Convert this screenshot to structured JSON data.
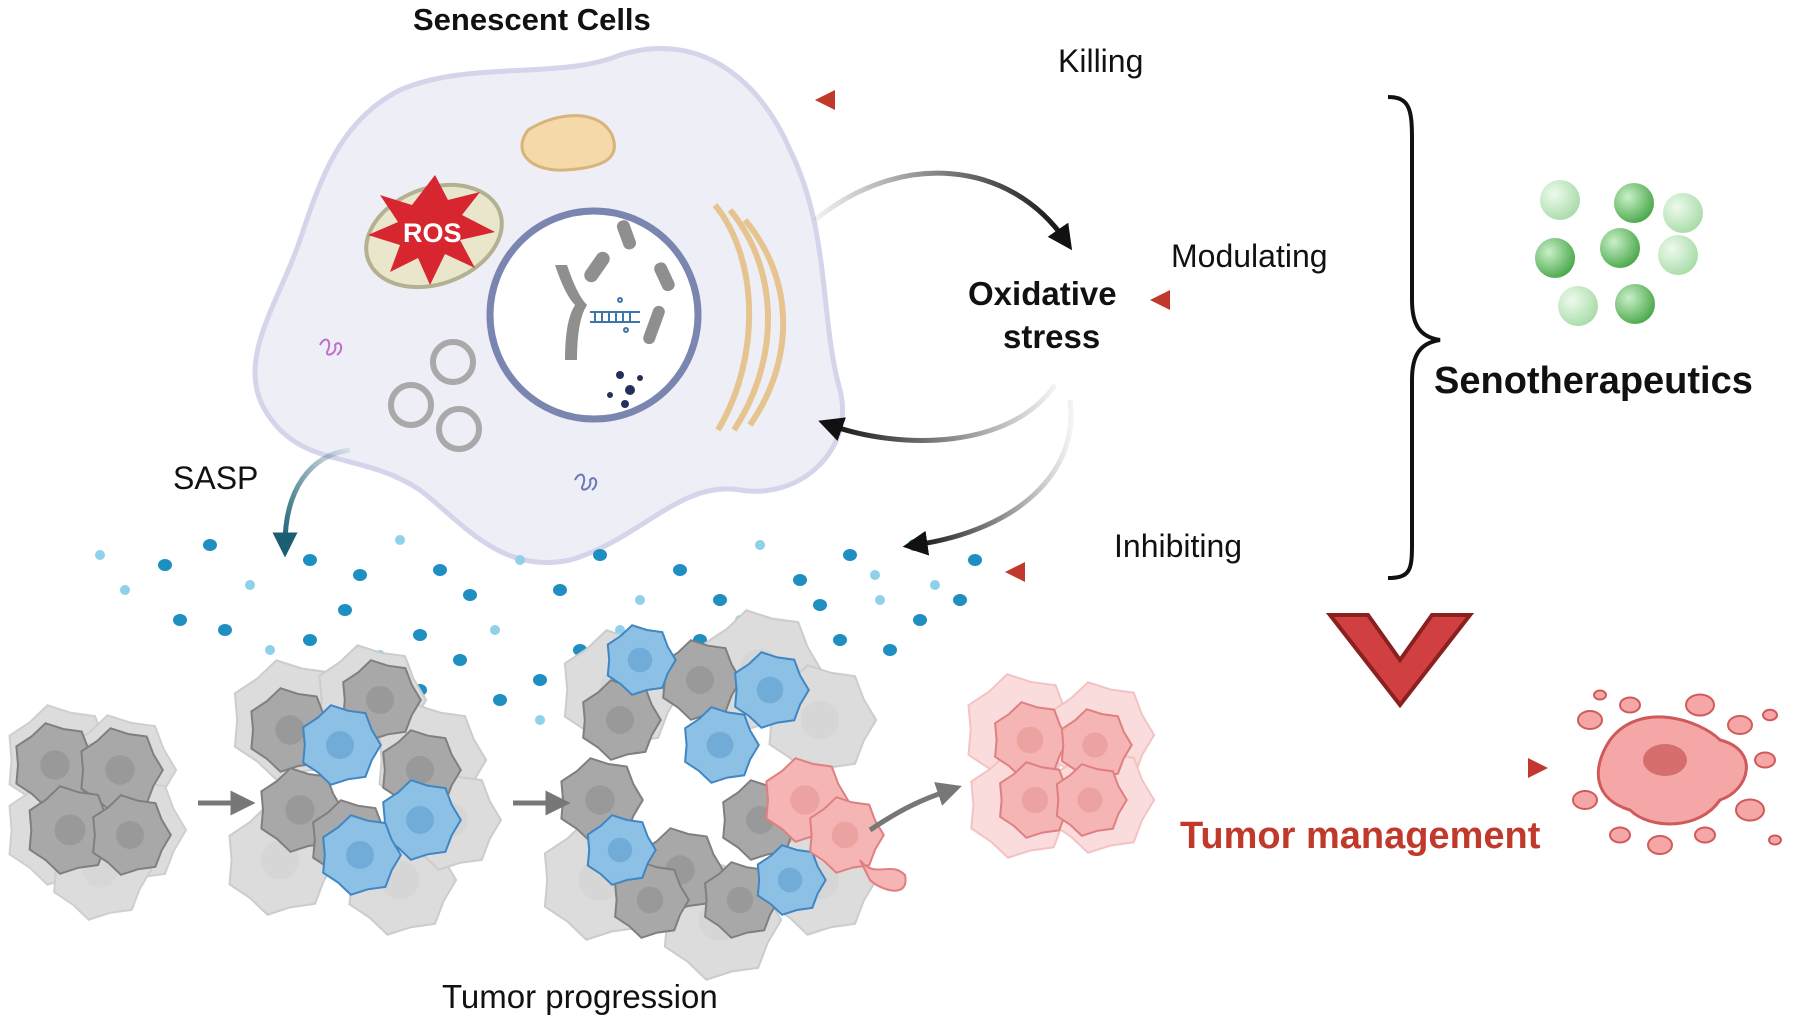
{
  "labels": {
    "title": "Senescent Cells",
    "killing": "Killing",
    "modulating": "Modulating",
    "inhibiting": "Inhibiting",
    "oxidative_line1": "Oxidative",
    "oxidative_line2": "stress",
    "senotherapeutics": "Senotherapeutics",
    "sasp": "SASP",
    "ros": "ROS",
    "tumor_management": "Tumor management",
    "tumor_progression": "Tumor progression"
  },
  "colors": {
    "red_arrow": "#c0392b",
    "cell_fill": "#eeeef7",
    "cell_stroke": "#d4d4ea",
    "nucleus_stroke": "#7a86b0",
    "sasp_blue": "#1f8fc2",
    "tumor_gray": "#9a9a9a",
    "tumor_blue": "#79b4de",
    "tumor_pink": "#f2a5a5",
    "green_drug": "#5fb85f"
  }
}
